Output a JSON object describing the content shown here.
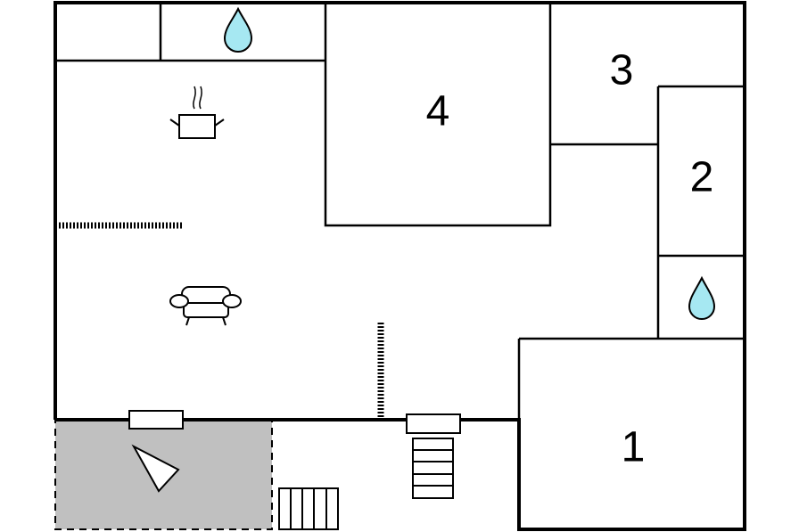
{
  "rooms": [
    {
      "id": "room-1",
      "label": "1"
    },
    {
      "id": "room-2",
      "label": "2"
    },
    {
      "id": "room-3",
      "label": "3"
    },
    {
      "id": "room-4",
      "label": "4"
    }
  ],
  "icons": {
    "water": "water-drop-icon",
    "kitchen": "cooking-pot-icon",
    "living": "sofa-icon",
    "stairs": "stairs-icon",
    "window": "window-icon",
    "terrace_view": "view-direction-icon"
  },
  "colors": {
    "wall": "#000000",
    "water_fill": "#a6e8f2",
    "terrace_fill": "#c0c0c0",
    "background": "#ffffff"
  }
}
